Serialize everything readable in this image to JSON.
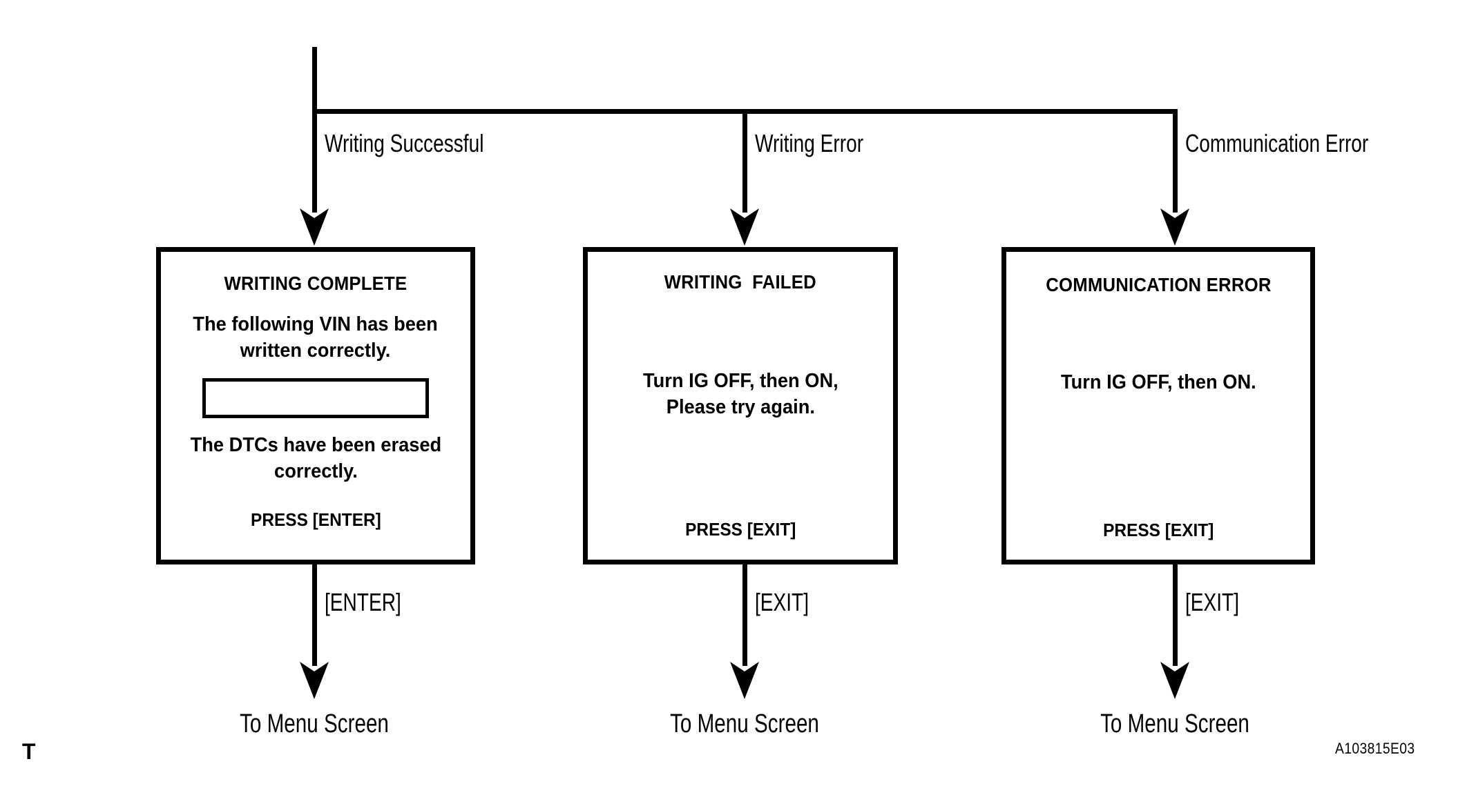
{
  "figure": {
    "id_code": "A103815E03",
    "corner_mark": "T"
  },
  "branches": [
    {
      "label": "Writing Successful",
      "exit_key_label": "[ENTER]",
      "terminal_label": "To Menu Screen",
      "screen": {
        "title": "WRITING COMPLETE",
        "body_line_1": "The following VIN has been",
        "body_line_2": "written correctly.",
        "field_value": "",
        "body_line_3": "The DTCs have been erased",
        "body_line_4": "correctly.",
        "footer": "PRESS [ENTER]"
      }
    },
    {
      "label": "Writing Error",
      "exit_key_label": "[EXIT]",
      "terminal_label": "To Menu Screen",
      "screen": {
        "title": "WRITING  FAILED",
        "body_line_1": "Turn IG OFF, then ON,",
        "body_line_2": "Please try again.",
        "footer": "PRESS [EXIT]"
      }
    },
    {
      "label": "Communication Error",
      "exit_key_label": "[EXIT]",
      "terminal_label": "To Menu Screen",
      "screen": {
        "title": "COMMUNICATION ERROR",
        "body_line_1": "Turn IG OFF, then ON.",
        "footer": "PRESS [EXIT]"
      }
    }
  ],
  "colors": {
    "ink": "#000000",
    "paper": "#ffffff"
  }
}
